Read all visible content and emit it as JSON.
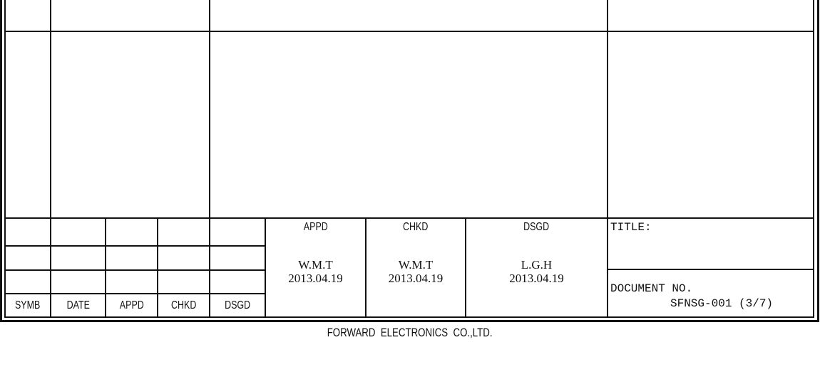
{
  "revision_table": {
    "headers": [
      "SYMB",
      "DATE",
      "APPD",
      "CHKD",
      "DSGD"
    ]
  },
  "approvals": [
    {
      "role": "APPD",
      "name": "W.M.T",
      "date": "2013.04.19"
    },
    {
      "role": "CHKD",
      "name": "W.M.T",
      "date": "2013.04.19"
    },
    {
      "role": "DSGD",
      "name": "L.G.H",
      "date": "2013.04.19"
    }
  ],
  "title_label": "TITLE:",
  "document_label": "DOCUMENT NO.",
  "document_number": "SFNSG-001 (3/7)",
  "company": "FORWARD  ELECTRONICS  CO.,LTD."
}
